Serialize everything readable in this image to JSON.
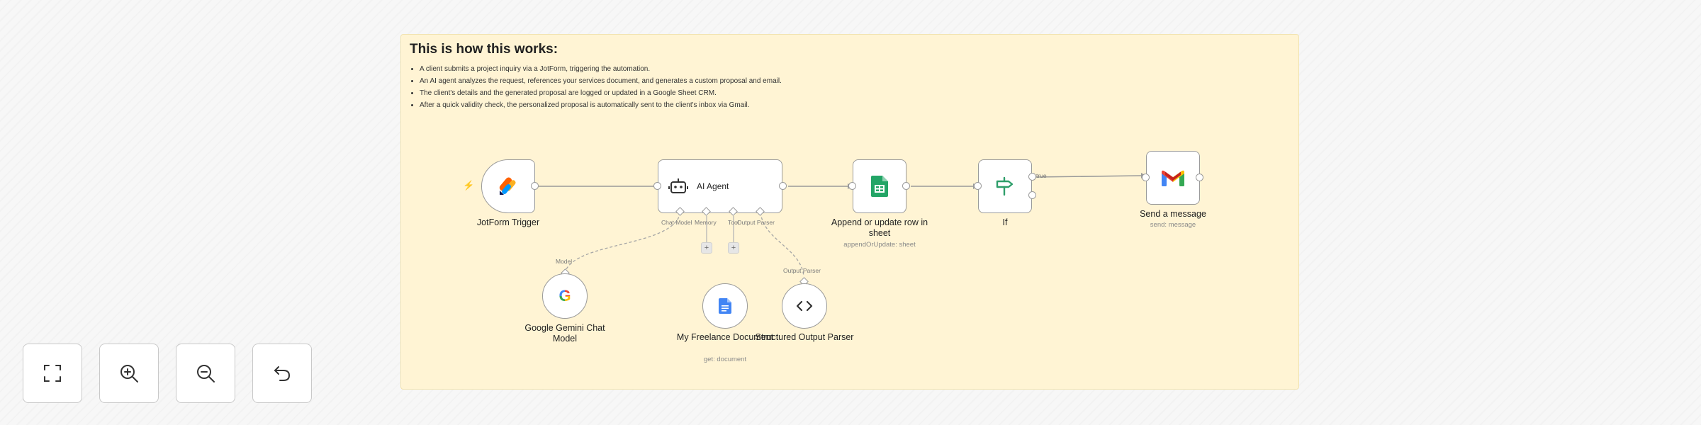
{
  "sticky": {
    "title": "This is how this works:",
    "bullets": [
      "A client submits a project inquiry via a JotForm, triggering the automation.",
      "An AI agent analyzes the request, references your services document, and generates a custom proposal and email.",
      "The client's details and the generated proposal are logged or updated in a Google Sheet CRM.",
      "After a quick validity check, the personalized proposal is automatically sent to the client's inbox via Gmail."
    ]
  },
  "nodes": {
    "jotform": {
      "label": "JotForm Trigger",
      "icon": "jotform-icon"
    },
    "agent": {
      "label": "AI Agent",
      "icon": "robot-icon"
    },
    "sheets": {
      "label": "Append or update row in sheet",
      "sub": "appendOrUpdate: sheet",
      "icon": "google-sheets-icon"
    },
    "if": {
      "label": "If",
      "icon": "signpost-icon"
    },
    "gmail": {
      "label": "Send a message",
      "sub": "send: message",
      "icon": "gmail-icon"
    },
    "gemini": {
      "label": "Google Gemini Chat Model",
      "icon": "google-g-icon"
    },
    "doc": {
      "label": "My Freelance Document",
      "sub": "get: document",
      "icon": "google-docs-icon"
    },
    "parser": {
      "label": "Structured Output Parser",
      "icon": "code-brackets-icon"
    }
  },
  "ports": {
    "chat_model": "Chat Model",
    "memory": "Memory",
    "tool": "Tool",
    "output_parser": "Output Parser"
  },
  "connection_labels": {
    "model": "Model",
    "output_parser": "Output Parser",
    "true": "true"
  },
  "colors": {
    "sticky_bg": "#fff4d4",
    "trigger_bolt": "#f0533e",
    "sheets_green": "#23a566",
    "if_green": "#2e9e6a",
    "docs_blue": "#4285f4"
  },
  "controls": [
    {
      "name": "fit-view",
      "icon": "fullscreen-icon"
    },
    {
      "name": "zoom-in",
      "icon": "zoom-in-icon"
    },
    {
      "name": "zoom-out",
      "icon": "zoom-out-icon"
    },
    {
      "name": "reset-zoom",
      "icon": "undo-icon"
    }
  ]
}
